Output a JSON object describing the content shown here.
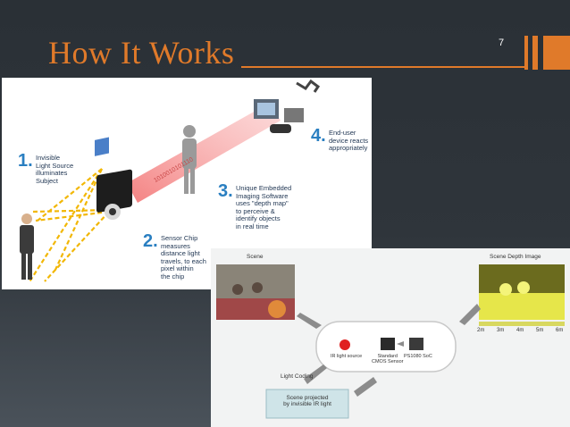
{
  "slide": {
    "title": "How It Works",
    "page_number": "7",
    "accent_color": "#e07a2a"
  },
  "diagram1": {
    "steps": [
      {
        "number": "1.",
        "text_lines": [
          "Invisible",
          "Light Source",
          "illuminates",
          "Subject"
        ]
      },
      {
        "number": "2.",
        "text_lines": [
          "Sensor Chip",
          "measures",
          "distance light",
          "travels, to each",
          "pixel within",
          "the chip"
        ]
      },
      {
        "number": "3.",
        "text_lines": [
          "Unique Embedded",
          "Imaging Software",
          "uses \"depth map\"",
          "to perceive &",
          "identify objects",
          "in real time"
        ]
      },
      {
        "number": "4.",
        "text_lines": [
          "End-user",
          "device reacts",
          "appropriately"
        ]
      }
    ],
    "beam_text": "1010010101110"
  },
  "diagram2": {
    "scene_label": "Scene",
    "depth_label": "Scene Depth Image",
    "depth_scale": [
      "2m",
      "3m",
      "4m",
      "5m",
      "6m"
    ],
    "ir_source_label": "IR light source",
    "cmos_label_lines": [
      "Standard",
      "CMOS Sensor"
    ],
    "soc_label": "PS1080 SoC",
    "light_coding_label": "Light Coding",
    "projected_lines": [
      "Scene projected",
      "by invisible IR light"
    ]
  }
}
